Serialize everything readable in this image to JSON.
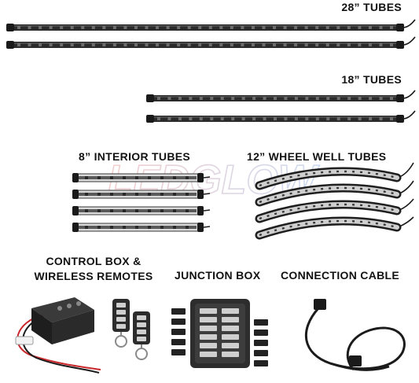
{
  "labels": {
    "tubes_28": "28” TUBES",
    "tubes_18": "18” TUBES",
    "interior_tubes": "8” INTERIOR TUBES",
    "wheel_well_tubes": "12” WHEEL WELL TUBES",
    "control_box_line1": "CONTROL BOX &",
    "control_box_line2": "WIRELESS REMOTES",
    "junction_box": "JUNCTION BOX",
    "connection_cable": "CONNECTION CABLE"
  },
  "watermark": "LEDGLOW",
  "counts": {
    "tubes_28": 2,
    "tubes_18": 2,
    "interior_tubes": 4,
    "wheel_well_tubes": 4,
    "remotes": 2
  },
  "colors": {
    "tube_body": "#2b2b2b",
    "led": "#6d6d6d",
    "cap": "#1a1a1a",
    "cable": "#1b1b1b",
    "red_wire": "#c8282c",
    "watermark_red": "#e8a7a7",
    "watermark_blue": "#a7bfe8"
  }
}
